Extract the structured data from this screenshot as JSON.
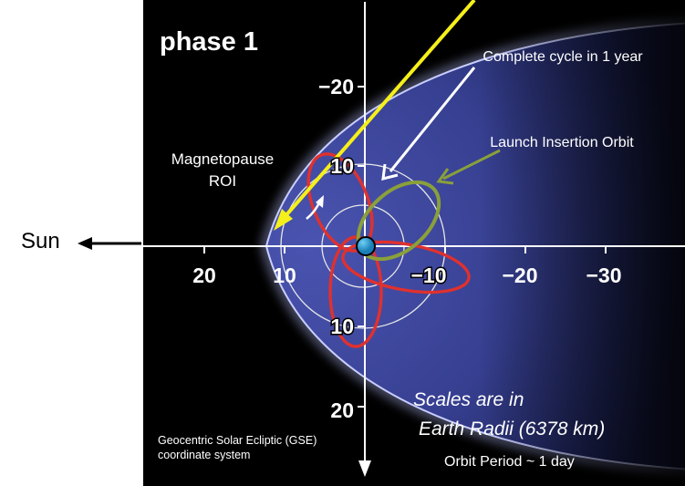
{
  "title": "phase 1",
  "sun": "Sun",
  "axis_labels": {
    "y_top": "−20",
    "y_upper": "10",
    "y_lower": "10",
    "y_bottom": "20",
    "x_20": "20",
    "x_10": "10",
    "x_m10": "−10",
    "x_m20": "−20",
    "x_m30": "−30"
  },
  "annotations": {
    "magnetopause_line1": "Magnetopause",
    "magnetopause_line2": "ROI",
    "complete_cycle": "Complete cycle in 1 year",
    "launch_orbit": "Launch Insertion Orbit",
    "scales_line1": "Scales are in",
    "scales_line2": "Earth Radii (6378 km)",
    "orbit_period": "Orbit Period ~ 1 day",
    "gse_line1": "Geocentric Solar Ecliptic (GSE)",
    "gse_line2": "coordinate system"
  },
  "colors": {
    "background": "#000000",
    "magnetosphere": "#5a64c8",
    "earth": "#29a8df",
    "orbit_red": "#e0312e",
    "orbit_green": "#8aa03a",
    "arrow_yellow": "#f5ef1b",
    "arrow_white": "#ffffff"
  }
}
